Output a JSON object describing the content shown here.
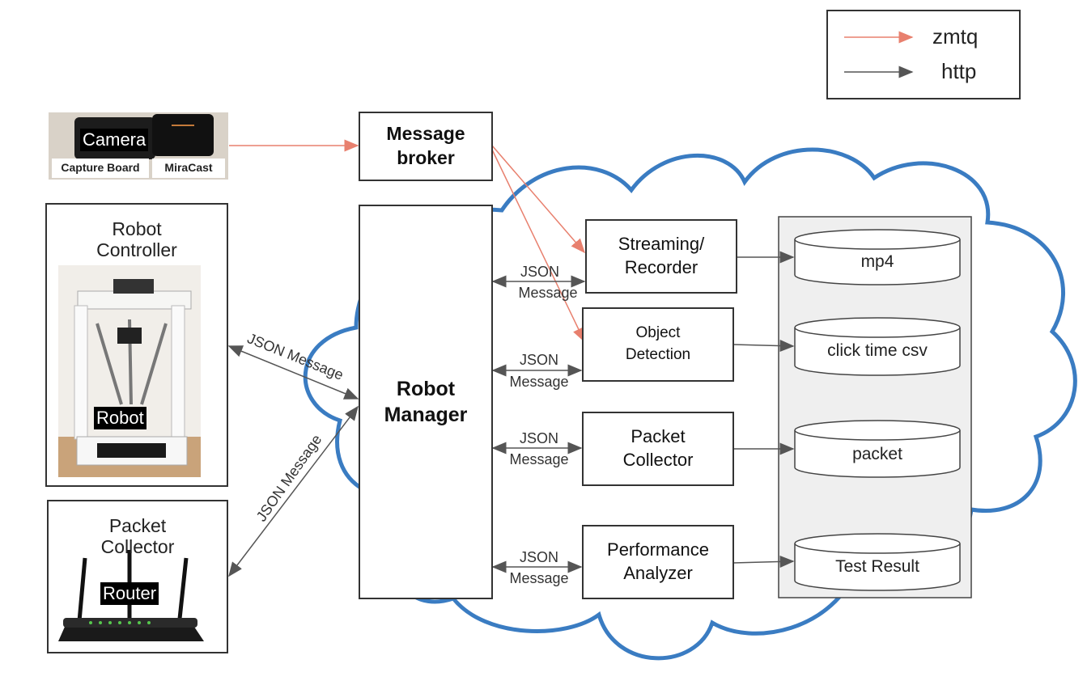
{
  "legend": {
    "items": [
      {
        "label": "zmtq",
        "color": "#e8806e"
      },
      {
        "label": "http",
        "color": "#444444"
      }
    ]
  },
  "devices": {
    "camera_panel": {
      "camera": "Camera",
      "capture_board": "Capture Board",
      "miracast": "MiraCast"
    },
    "robot_controller": {
      "title": "Robot\nController",
      "tag": "Robot"
    },
    "packet_collector": {
      "title": "Packet\nCollector",
      "tag": "Router"
    }
  },
  "components": {
    "message_broker": "Message\nbroker",
    "robot_manager": "Robot\nManager",
    "streaming_recorder": "Streaming/\nRecorder",
    "object_detection": "Object\nDetection",
    "packet_collector": "Packet\nCollector",
    "performance_analyzer": "Performance\nAnalyzer"
  },
  "storage": {
    "items": [
      "mp4",
      "click time csv",
      "packet",
      "Test Result"
    ]
  },
  "edge_labels": {
    "json_message_inline": "JSON Message",
    "json": "JSON",
    "message": "Message"
  },
  "colors": {
    "zmtq_arrow": "#e8806e",
    "http_arrow": "#555555",
    "cloud": "#3a7cc2",
    "storage_bg": "#efefef"
  }
}
